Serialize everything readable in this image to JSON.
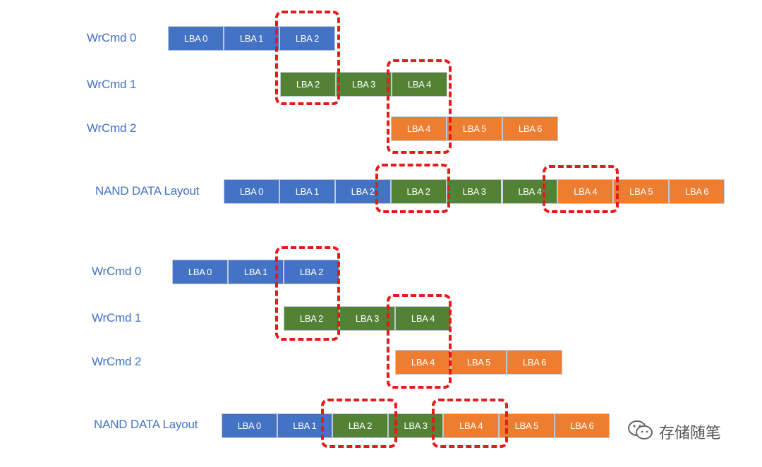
{
  "colors": {
    "blue": "#4472c4",
    "green": "#548235",
    "orange": "#ed7d31",
    "highlight": "#e31b1b",
    "label": "#4472c4"
  },
  "diagram_top": {
    "rows": [
      {
        "label": "WrCmd 0",
        "cells": [
          {
            "text": "LBA 0",
            "color": "blue"
          },
          {
            "text": "LBA 1",
            "color": "blue"
          },
          {
            "text": "LBA 2",
            "color": "blue"
          }
        ]
      },
      {
        "label": "WrCmd 1",
        "cells": [
          {
            "text": "LBA 2",
            "color": "green"
          },
          {
            "text": "LBA 3",
            "color": "green"
          },
          {
            "text": "LBA 4",
            "color": "green"
          }
        ]
      },
      {
        "label": "WrCmd 2",
        "cells": [
          {
            "text": "LBA 4",
            "color": "orange"
          },
          {
            "text": "LBA 5",
            "color": "orange"
          },
          {
            "text": "LBA 6",
            "color": "orange"
          }
        ]
      },
      {
        "label": "NAND DATA Layout",
        "cells": [
          {
            "text": "LBA 0",
            "color": "blue"
          },
          {
            "text": "LBA 1",
            "color": "blue"
          },
          {
            "text": "LBA 2",
            "color": "blue"
          },
          {
            "text": "LBA 2",
            "color": "green"
          },
          {
            "text": "LBA 3",
            "color": "green"
          },
          {
            "text": "LBA 4",
            "color": "green"
          },
          {
            "text": "LBA 4",
            "color": "orange"
          },
          {
            "text": "LBA 5",
            "color": "orange"
          },
          {
            "text": "LBA 6",
            "color": "orange"
          }
        ]
      }
    ]
  },
  "diagram_bottom": {
    "rows": [
      {
        "label": "WrCmd 0",
        "cells": [
          {
            "text": "LBA 0",
            "color": "blue"
          },
          {
            "text": "LBA 1",
            "color": "blue"
          },
          {
            "text": "LBA 2",
            "color": "blue"
          }
        ]
      },
      {
        "label": "WrCmd 1",
        "cells": [
          {
            "text": "LBA 2",
            "color": "green"
          },
          {
            "text": "LBA 3",
            "color": "green"
          },
          {
            "text": "LBA 4",
            "color": "green"
          }
        ]
      },
      {
        "label": "WrCmd 2",
        "cells": [
          {
            "text": "LBA 4",
            "color": "orange"
          },
          {
            "text": "LBA 5",
            "color": "orange"
          },
          {
            "text": "LBA 6",
            "color": "orange"
          }
        ]
      },
      {
        "label": "NAND DATA Layout",
        "cells": [
          {
            "text": "LBA 0",
            "color": "blue"
          },
          {
            "text": "LBA 1",
            "color": "blue"
          },
          {
            "text": "LBA 2",
            "color": "green"
          },
          {
            "text": "LBA 3",
            "color": "green"
          },
          {
            "text": "LBA 4",
            "color": "orange"
          },
          {
            "text": "LBA 5",
            "color": "orange"
          },
          {
            "text": "LBA 6",
            "color": "orange"
          }
        ]
      }
    ]
  },
  "watermark": {
    "text": "存储随笔",
    "icon": "wechat-icon"
  }
}
